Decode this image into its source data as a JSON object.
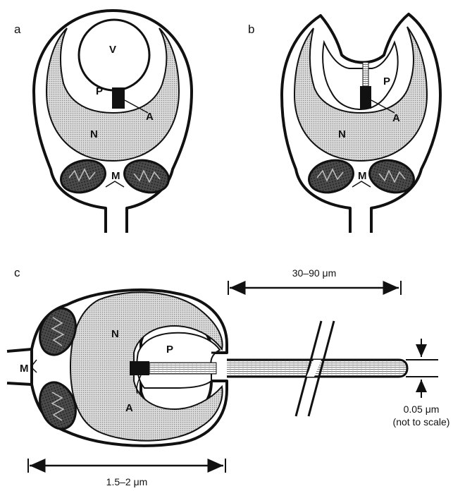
{
  "panels": {
    "a": {
      "panel_label": "a",
      "labels": {
        "vacuole": "V",
        "protrusion": "P",
        "acrosome": "A",
        "nucleus": "N",
        "mitochondria": "M"
      }
    },
    "b": {
      "panel_label": "b",
      "labels": {
        "protrusion": "P",
        "acrosome": "A",
        "nucleus": "N",
        "mitochondria": "M"
      }
    },
    "c": {
      "panel_label": "c",
      "labels": {
        "nucleus": "N",
        "protrusion": "P",
        "acrosome": "A",
        "mitochondria": "M"
      },
      "measurements": {
        "filament_length": "30–90 μm",
        "filament_diameter": "0.05 μm",
        "scale_note": "(not to scale)",
        "cell_width": "1.5–2 μm"
      }
    }
  }
}
